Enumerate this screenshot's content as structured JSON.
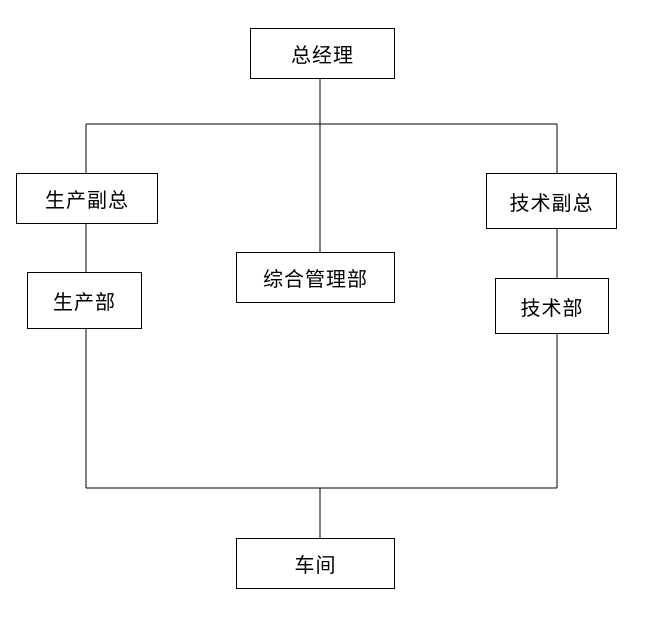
{
  "diagram": {
    "nodes": {
      "general_manager": "总经理",
      "production_vp": "生产副总",
      "technical_vp": "技术副总",
      "admin_dept": "综合管理部",
      "production_dept": "生产部",
      "technical_dept": "技术部",
      "workshop": "车间"
    },
    "edges": [
      [
        "general_manager",
        "production_vp"
      ],
      [
        "general_manager",
        "admin_dept"
      ],
      [
        "general_manager",
        "technical_vp"
      ],
      [
        "production_vp",
        "production_dept"
      ],
      [
        "technical_vp",
        "technical_dept"
      ],
      [
        "production_dept",
        "workshop"
      ],
      [
        "technical_dept",
        "workshop"
      ]
    ],
    "line_color": "#000000",
    "box_border_color": "#000000"
  }
}
